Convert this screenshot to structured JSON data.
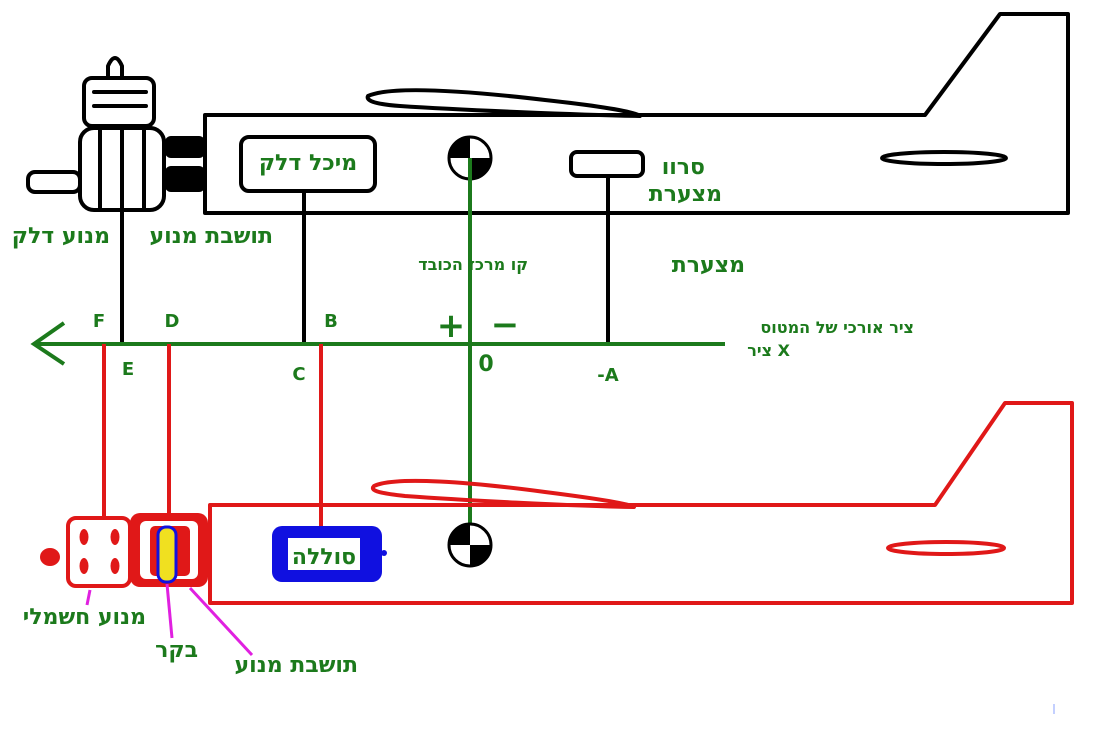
{
  "labels": {
    "fuel_tank": "מיכל דלק",
    "fuel_engine": "מנוע דלק",
    "engine_mount_top": "תושבת מנוע",
    "servo_line1": "סרוו",
    "servo_line2": "מצערת",
    "throttle": "מצערת",
    "cg_line": "קו מרכז הכובד",
    "axis_line1": "ציר אורכי של המטוס",
    "axis_line2": "ציר X",
    "plus": "+",
    "minus": "−",
    "zero": "0",
    "battery": "סוללה",
    "electric_motor": "מנוע חשמלי",
    "controller": "בקר",
    "engine_mount_bottom": "תושבת מנוע"
  },
  "points": {
    "F": "F",
    "D": "D",
    "B": "B",
    "E": "E",
    "C": "C",
    "A": "-A"
  },
  "colors": {
    "annotation": "#1c7a1c",
    "fuel_plane_outline": "#000000",
    "electric_plane_outline": "#e01818",
    "battery_fill": "#1010e0",
    "controller_fill": "#f0e020",
    "pointer": "#e020e0"
  }
}
